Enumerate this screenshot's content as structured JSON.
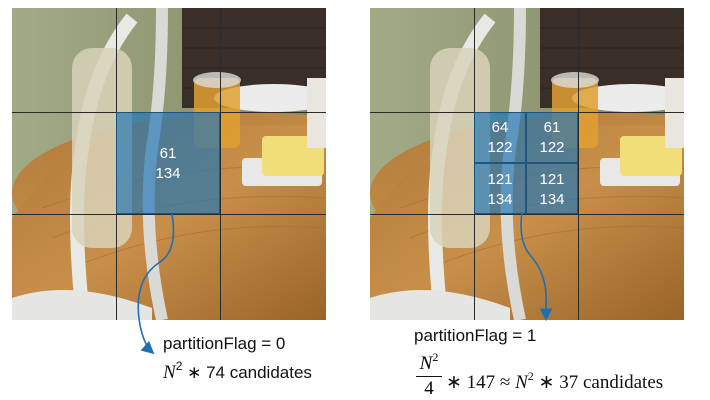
{
  "left": {
    "overlay_cells": [
      {
        "top": "61",
        "bottom": "134"
      }
    ],
    "caption_line1": "partitionFlag = 0",
    "caption_line2_var": "N",
    "caption_line2_exp": "2",
    "caption_line2_rest": " ∗ 74 candidates"
  },
  "right": {
    "overlay_cells": [
      {
        "top": "64",
        "bottom": "122"
      },
      {
        "top": "61",
        "bottom": "122"
      },
      {
        "top": "121",
        "bottom": "134"
      },
      {
        "top": "121",
        "bottom": "134"
      }
    ],
    "caption_line1": "partitionFlag = 1",
    "frac_num_var": "N",
    "frac_num_exp": "2",
    "frac_den": "4",
    "caption_line2_mid": " ∗ 147 ≈ ",
    "caption_line2_var": "N",
    "caption_line2_exp": "2",
    "caption_line2_rest": " ∗ 37 candidates"
  },
  "colors": {
    "overlay": "#2176b6",
    "arrow": "#1f6fb5"
  }
}
